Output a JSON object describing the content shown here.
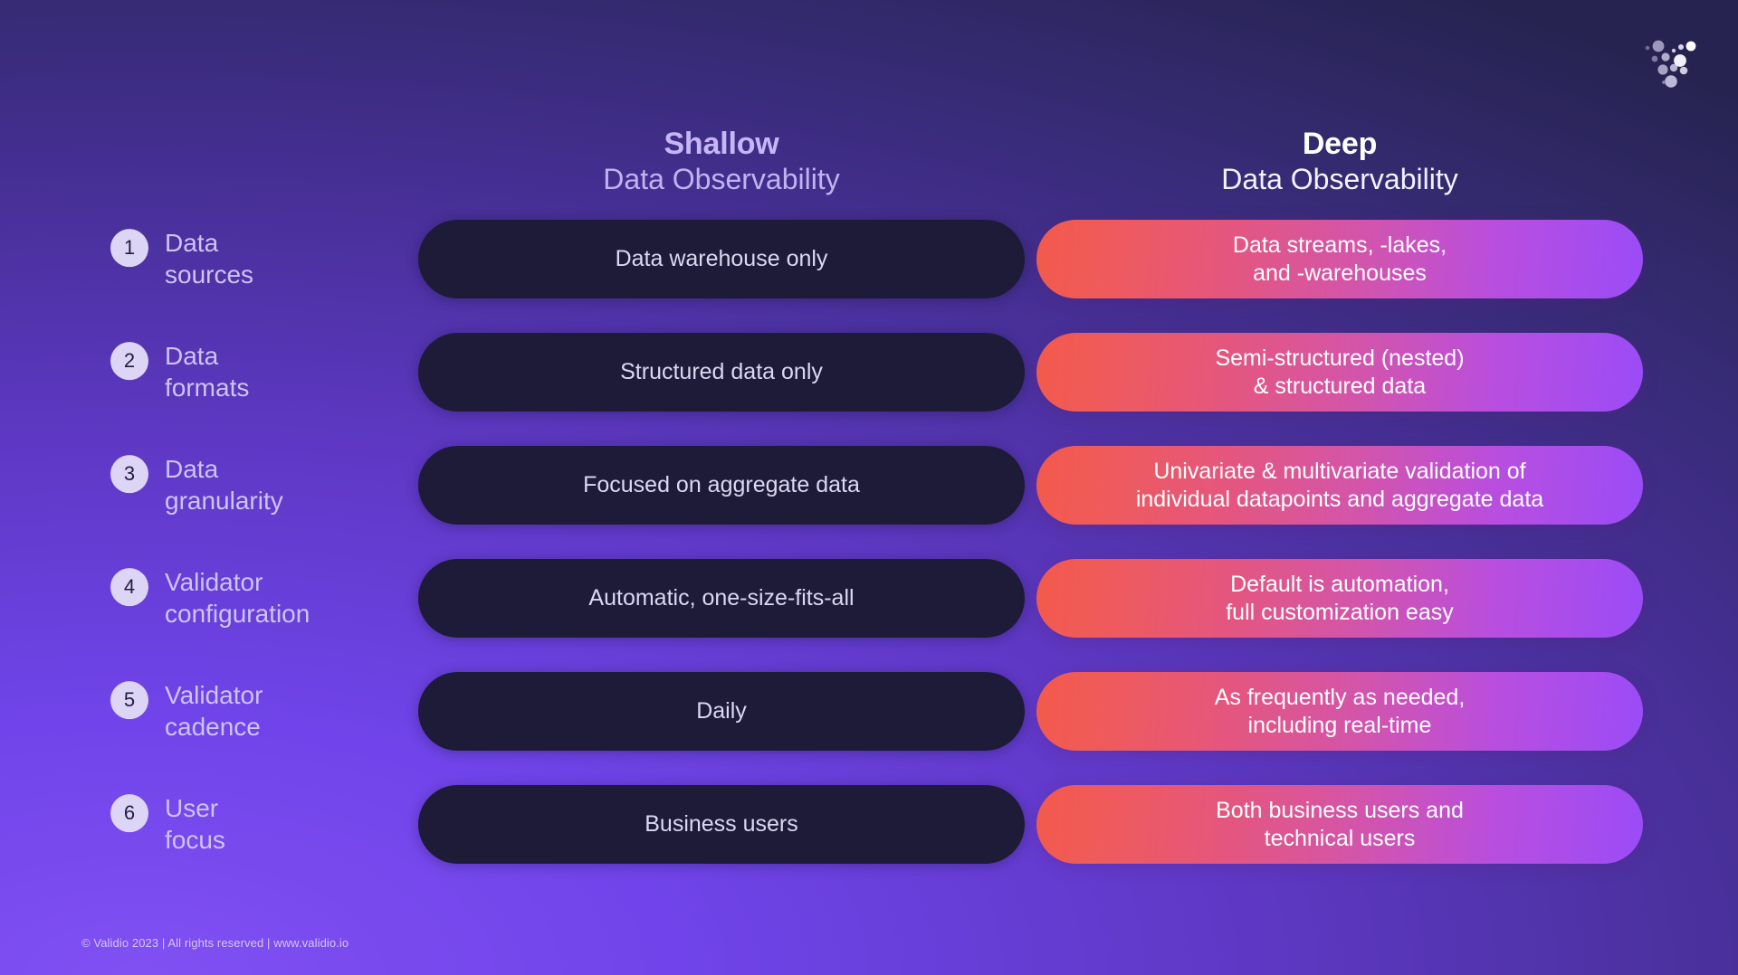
{
  "logo": {
    "name": "validio-logo",
    "alt": "Validio V dot logo"
  },
  "columns": {
    "shallow": {
      "title": "Shallow",
      "subtitle": "Data Observability"
    },
    "deep": {
      "title": "Deep",
      "subtitle": "Data Observability"
    }
  },
  "rows": [
    {
      "number": "1",
      "label_line1": "Data",
      "label_line2": "sources",
      "shallow_line1": "Data warehouse only",
      "shallow_line2": "",
      "deep_line1": "Data streams, -lakes,",
      "deep_line2": "and -warehouses"
    },
    {
      "number": "2",
      "label_line1": "Data",
      "label_line2": "formats",
      "shallow_line1": "Structured data only",
      "shallow_line2": "",
      "deep_line1": "Semi-structured (nested)",
      "deep_line2": "& structured data"
    },
    {
      "number": "3",
      "label_line1": "Data",
      "label_line2": "granularity",
      "shallow_line1": "Focused on aggregate data",
      "shallow_line2": "",
      "deep_line1": "Univariate & multivariate validation of",
      "deep_line2": "individual datapoints and aggregate data"
    },
    {
      "number": "4",
      "label_line1": "Validator",
      "label_line2": "configuration",
      "shallow_line1": "Automatic, one-size-fits-all",
      "shallow_line2": "",
      "deep_line1": "Default is automation,",
      "deep_line2": "full customization easy"
    },
    {
      "number": "5",
      "label_line1": "Validator",
      "label_line2": "cadence",
      "shallow_line1": "Daily",
      "shallow_line2": "",
      "deep_line1": "As frequently as needed,",
      "deep_line2": "including real-time"
    },
    {
      "number": "6",
      "label_line1": "User",
      "label_line2": "focus",
      "shallow_line1": "Business users",
      "shallow_line2": "",
      "deep_line1": "Both business users and",
      "deep_line2": "technical users"
    }
  ],
  "footer": {
    "text": "© Validio 2023 | All rights reserved | www.validio.io"
  },
  "colors": {
    "background_top_right": "#262350",
    "background_bottom_left": "#7b4bec",
    "shallow_pill": "#1e1b39",
    "deep_pill_start": "#f35a4c",
    "deep_pill_end": "#9a4cf7",
    "number_circle": "#ddd5f6",
    "number_text": "#201d3e",
    "label_text": "#cfc3f5",
    "deep_title": "#ffffff",
    "shallow_title": "#c6b6f7"
  }
}
